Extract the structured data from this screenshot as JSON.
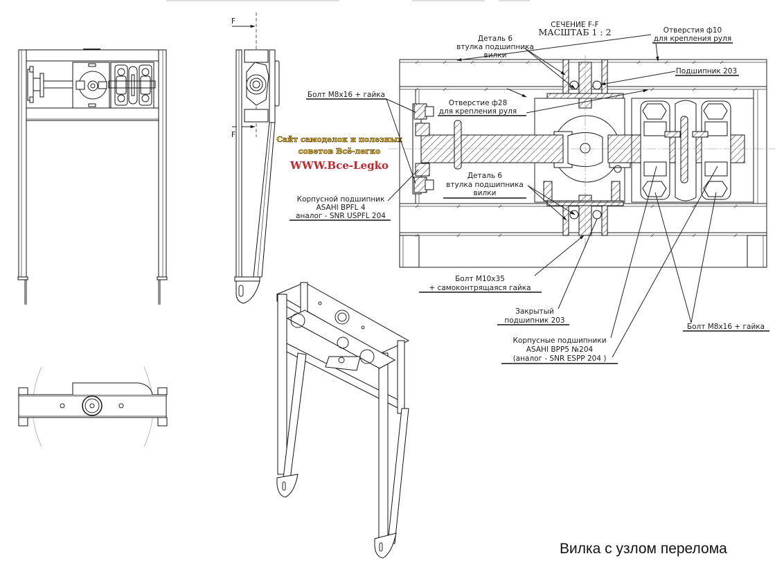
{
  "drawing": {
    "caption": "Вилка с узлом перелома",
    "section_title": "СЕЧЕНИЕ F-F",
    "section_scale": "МАСШТАБ 1 : 2",
    "section_marker": "F"
  },
  "watermark": {
    "line1": "Сайт самоделок и полезных",
    "line2": "советов Всё-легко",
    "url": "WWW.Bce-Legko",
    "colors": {
      "gold": "#e8b818",
      "red": "#c0272d"
    }
  },
  "callouts": {
    "detail6_top": {
      "line1": "Деталь 6",
      "line2": "втулка подшипника",
      "line3": "вилки"
    },
    "holes_d10": {
      "line1": "Отверстия ф10",
      "line2": "для крепления руля"
    },
    "bearing_203": "Подшипник 203",
    "bolt_m8_left": "Болт М8х16 + гайка",
    "hole_d28": {
      "line1": "Отверстие ф28",
      "line2": "для крепления руля"
    },
    "detail6_bottom": {
      "line1": "Деталь 6",
      "line2": "втулка подшипника",
      "line3": "вилки"
    },
    "housing_bearing": {
      "line1": "Корпусной подшипник",
      "line2": "ASAHI BPFL 4",
      "line3": "аналог - SNR  USPFL 204"
    },
    "bolt_m10": {
      "line1": "Болт М10х35",
      "line2": "+ самоконтрящаяся гайка"
    },
    "closed_bearing": {
      "line1": "Закрытый",
      "line2": "подшипник 203"
    },
    "housing_bearings": {
      "line1": "Корпусные подшипники",
      "line2": "ASAHI BPP5 №204",
      "line3": "(аналог - SNR ESPP 204 )"
    },
    "bolt_m8_right": "Болт М8х16 + гайка"
  }
}
